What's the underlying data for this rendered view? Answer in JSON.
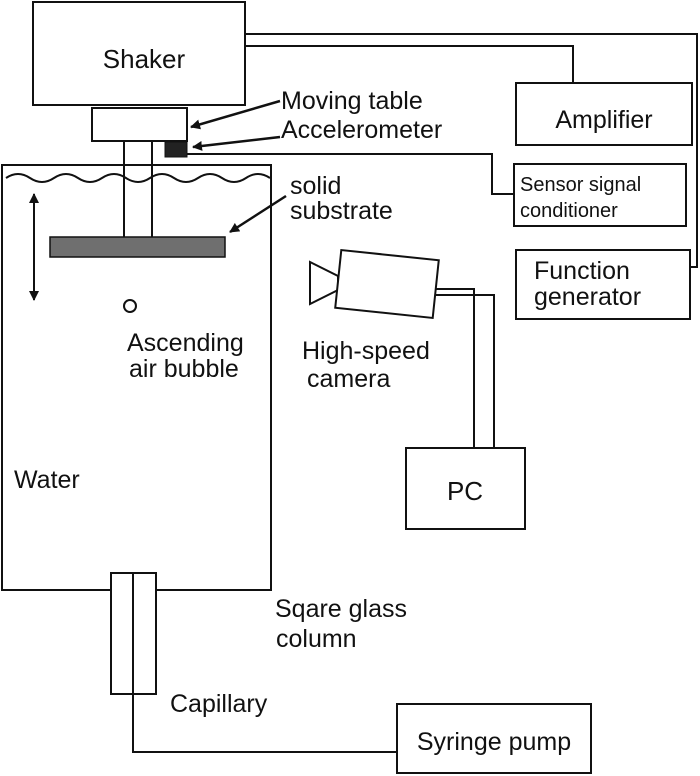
{
  "labels": {
    "shaker": "Shaker",
    "moving_table": "Moving table",
    "accelerometer": "Accelerometer",
    "amplifier": "Amplifier",
    "sensor_signal_line1": "Sensor signal",
    "sensor_signal_line2": "conditioner",
    "function_line1": "Function",
    "function_line2": "generator",
    "solid_line1": "solid",
    "solid_line2": "substrate",
    "bubble_line1": "Ascending",
    "bubble_line2": "air bubble",
    "camera_line1": "High-speed",
    "camera_line2": "camera",
    "water": "Water",
    "pc": "PC",
    "column_line1": "Sqare glass",
    "column_line2": "column",
    "capillary": "Capillary",
    "syringe_pump": "Syringe pump"
  },
  "colors": {
    "line": "#111111",
    "substrate_fill": "#6f6f6f",
    "accelerometer_fill": "#222222"
  }
}
